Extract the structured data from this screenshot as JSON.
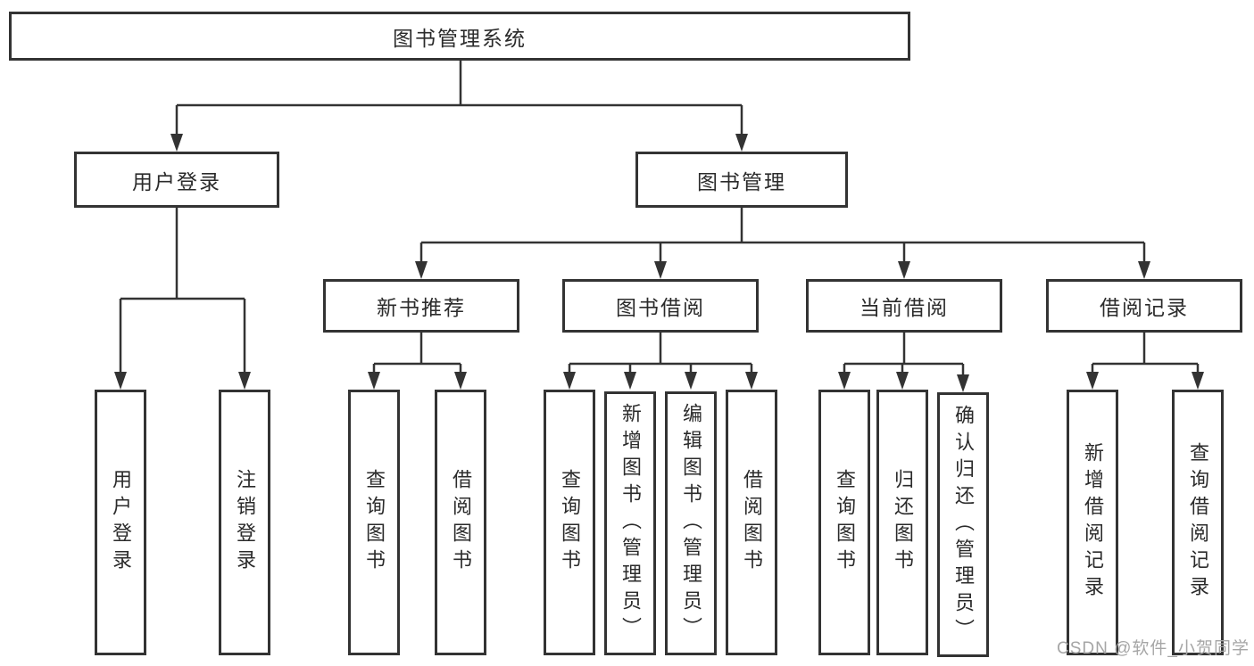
{
  "tree": {
    "label": "图书管理系统",
    "children": [
      {
        "label": "用户登录",
        "children": [
          {
            "label": "用户登录"
          },
          {
            "label": "注销登录"
          }
        ]
      },
      {
        "label": "图书管理",
        "children": [
          {
            "label": "新书推荐",
            "children": [
              {
                "label": "查询图书"
              },
              {
                "label": "借阅图书"
              }
            ]
          },
          {
            "label": "图书借阅",
            "children": [
              {
                "label": "查询图书"
              },
              {
                "label": "新增图书（管理员）"
              },
              {
                "label": "编辑图书（管理员）"
              },
              {
                "label": "借阅图书"
              }
            ]
          },
          {
            "label": "当前借阅",
            "children": [
              {
                "label": "查询图书"
              },
              {
                "label": "归还图书"
              },
              {
                "label": "确认归还（管理员）"
              }
            ]
          },
          {
            "label": "借阅记录",
            "children": [
              {
                "label": "新增借阅记录"
              },
              {
                "label": "查询借阅记录"
              }
            ]
          }
        ]
      }
    ]
  },
  "watermark": "CSDN @软件_小贺同学",
  "colors": {
    "line": "#333333",
    "text": "#2b2b2b",
    "box_background": "#ffffff",
    "watermark": "#a6a6a6"
  }
}
